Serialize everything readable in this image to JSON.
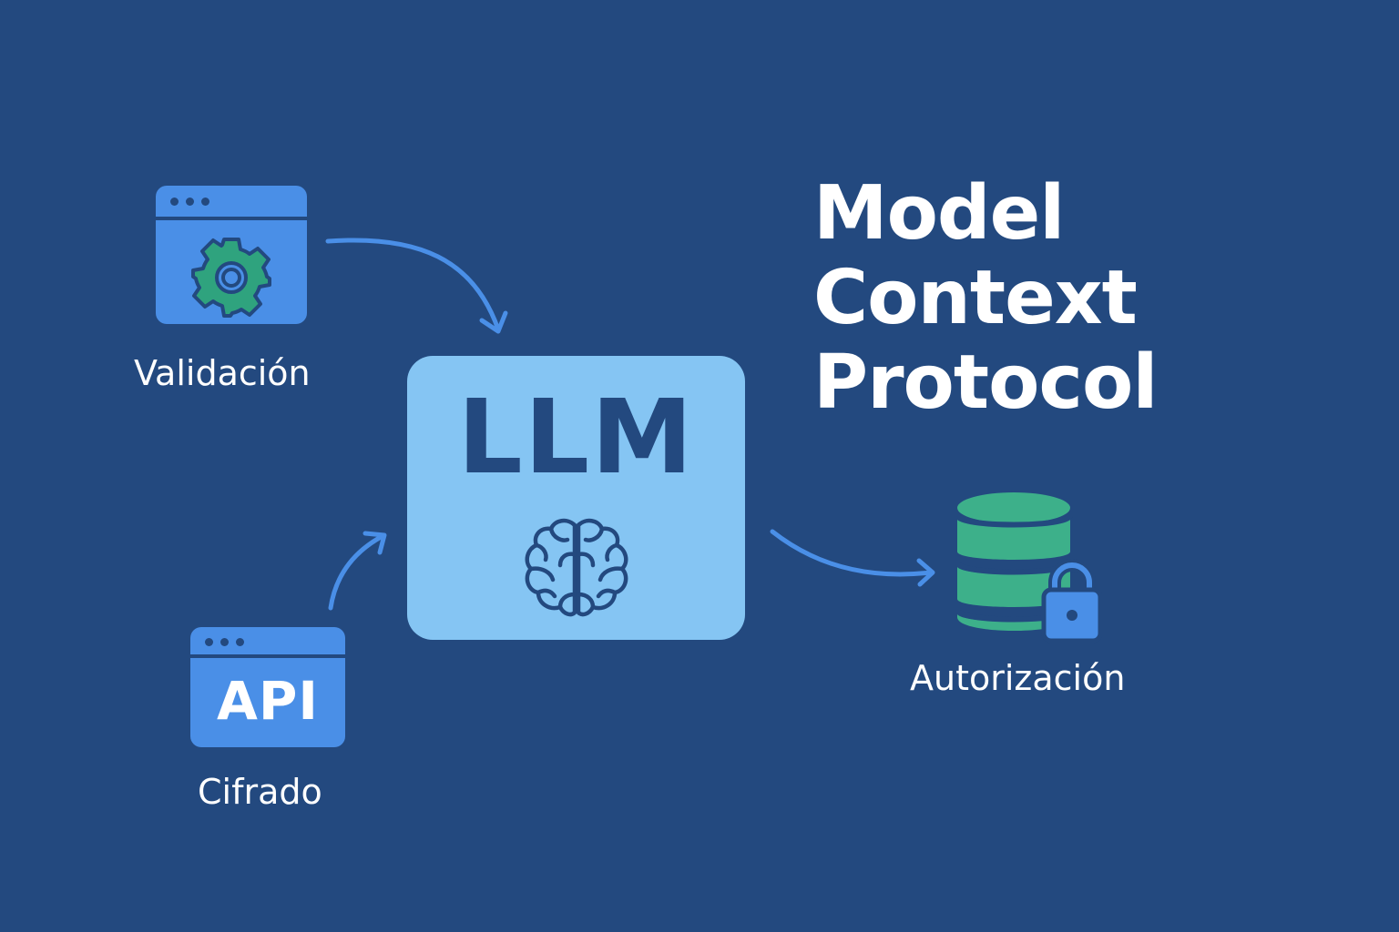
{
  "title": {
    "line1": "Model",
    "line2": "Context",
    "line3": "Protocol"
  },
  "nodes": {
    "validation": {
      "label": "Validación",
      "icon": "gear-icon"
    },
    "api": {
      "badge": "API",
      "label": "Cifrado"
    },
    "llm": {
      "label": "LLM",
      "icon": "brain-icon"
    },
    "authorization": {
      "label": "Autorización",
      "icon": "database-lock-icon"
    }
  },
  "colors": {
    "background": "#23497f",
    "window_blue": "#4a8fe7",
    "llm_box": "#85c5f3",
    "gear_green": "#2fa37e",
    "database_green": "#3db08a",
    "arrow_blue": "#4a8fe7",
    "text": "#ffffff"
  }
}
